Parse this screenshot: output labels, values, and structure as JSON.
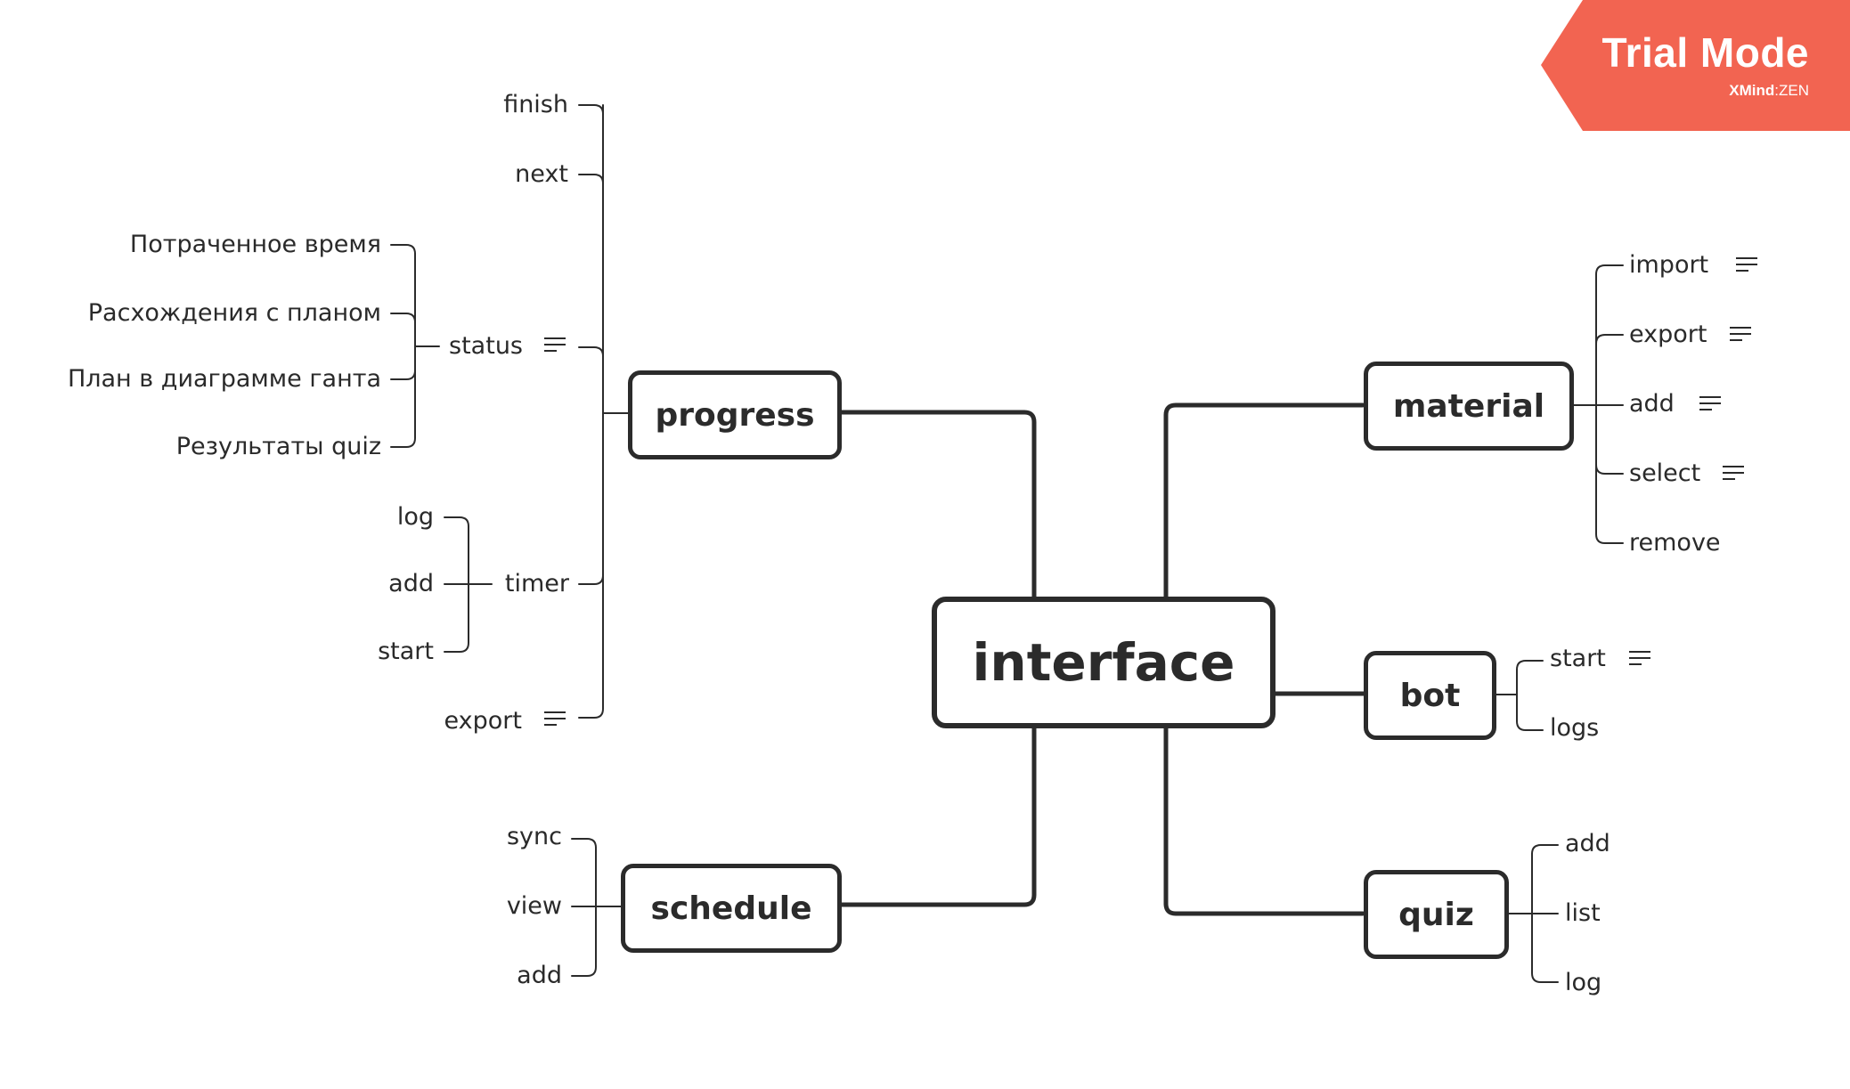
{
  "central": "interface",
  "progress": {
    "label": "progress",
    "children": {
      "finish": "finish",
      "next": "next",
      "status": {
        "label": "status",
        "children": [
          "Потраченное время",
          "Расхождения с планом",
          "План в диаграмме ганта",
          "Результаты quiz"
        ]
      },
      "timer": {
        "label": "timer",
        "children": [
          "log",
          "add",
          "start"
        ]
      },
      "export": "export"
    }
  },
  "schedule": {
    "label": "schedule",
    "children": [
      "sync",
      "view",
      "add"
    ]
  },
  "material": {
    "label": "material",
    "children": [
      "import",
      "export",
      "add",
      "select",
      "remove"
    ]
  },
  "bot": {
    "label": "bot",
    "children": [
      "start",
      "logs"
    ]
  },
  "quiz": {
    "label": "quiz",
    "children": [
      "add",
      "list",
      "log"
    ]
  },
  "watermark": {
    "title": "Trial Mode",
    "brand": "XMind",
    "separator": ":",
    "edition": "ZEN",
    "color": "#f26451"
  },
  "icons": {
    "note": "note-lines-icon"
  }
}
